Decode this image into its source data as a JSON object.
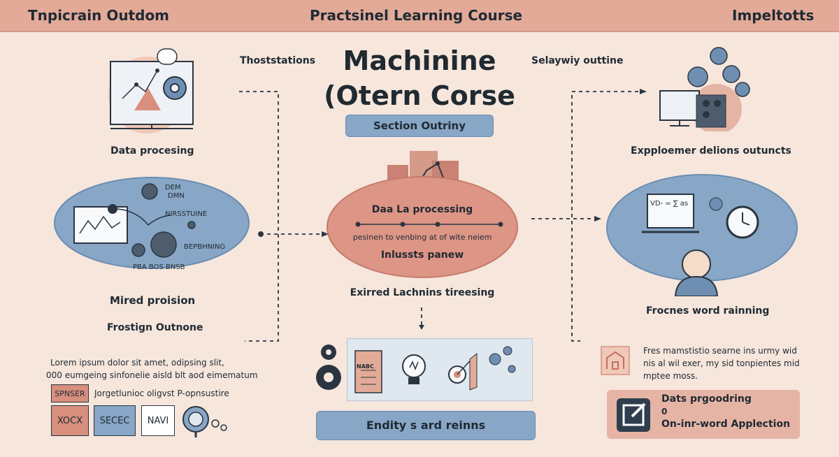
{
  "header": {
    "left": "Tnpicrain Outdom",
    "center": "Practsinel Learning Course",
    "right": "Impeltotts"
  },
  "title": {
    "line1": "Machinine",
    "line2": "(Otern Corse"
  },
  "section_pill": "Section Outriny",
  "top_labels": {
    "left": "Thoststations",
    "right": "Selaywiy outtine"
  },
  "left_panel": {
    "top_caption": "Data procesing",
    "oval_labels": [
      "DEM",
      "DMN",
      "NIRSSTUINE",
      "BEPBHNING",
      "PBA BOS BNSB"
    ],
    "mid_caption": "Mired proision",
    "bottom_caption": "Frostign Outnone"
  },
  "center_oval": {
    "heading": "Daa La processing",
    "sub": "pesinen to venbing at of wite neiem",
    "foot": "Inlussts panew"
  },
  "center_below": "Exirred Lachnins tireesing",
  "center_card_note": "NABC",
  "center_bottom_pill": "Endity s ard reinns",
  "right_panel": {
    "top_caption": "Expploemer delions outuncts",
    "oval_label": "VD- = ∑ as",
    "mid_caption": "Frocnes word rainning"
  },
  "lorem": {
    "line1": "Lorem ipsum dolor sit amet, odipsing slit,",
    "line2": "000 eumgeing sinfonelie aisld blt aod eimematum"
  },
  "tags": {
    "spacer": "SPNSER",
    "spacer_desc": "Jorgetlunioc oligvst P-opnsustire",
    "xocx": "XOCX",
    "secec": "SECEC",
    "navi": "NAVI"
  },
  "right_note": {
    "line1": "Fres mamstistio searne ins urmy wid",
    "line2": "nis al wil exer, my sid tonpientes mid",
    "line3": "mptee moss."
  },
  "right_card": {
    "line1": "Dats prgoodring",
    "line2": "0",
    "line3": "On-inr-word Applection"
  },
  "colors": {
    "background": "#f6e6dc",
    "header": "#e3aa98",
    "blue": "#88a6c6",
    "salmon": "#d88f7e",
    "ink": "#1f2a33"
  }
}
